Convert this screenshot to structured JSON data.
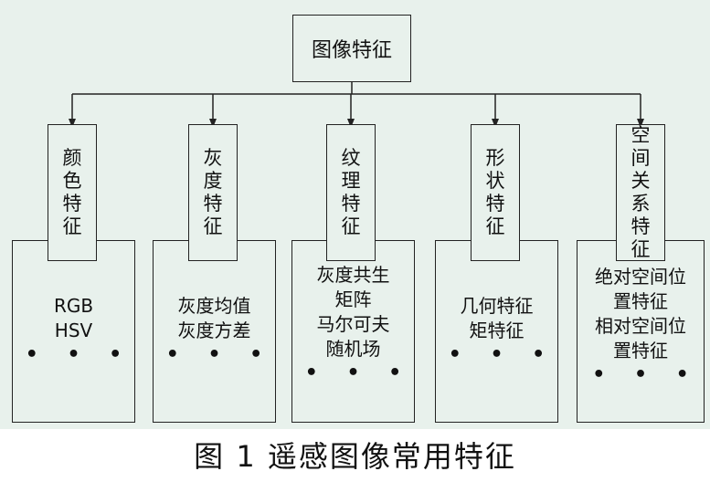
{
  "root": "图像特征",
  "categories": [
    {
      "name": "颜色特征",
      "details": [
        "RGB",
        "HSV"
      ],
      "more": "• • •"
    },
    {
      "name": "灰度特征",
      "details": [
        "灰度均值",
        "灰度方差"
      ],
      "more": "• • •"
    },
    {
      "name": "纹理特征",
      "details": [
        "灰度共生",
        "矩阵",
        "马尔可夫",
        "随机场"
      ],
      "more": "• • •"
    },
    {
      "name": "形状特征",
      "details": [
        "几何特征",
        "矩特征"
      ],
      "more": "• • •"
    },
    {
      "name": "空间关系特征",
      "details": [
        "绝对空间位",
        "置特征",
        "相对空间位",
        "置特征"
      ],
      "more": "• • •"
    }
  ],
  "caption": "图 1 遥感图像常用特征"
}
